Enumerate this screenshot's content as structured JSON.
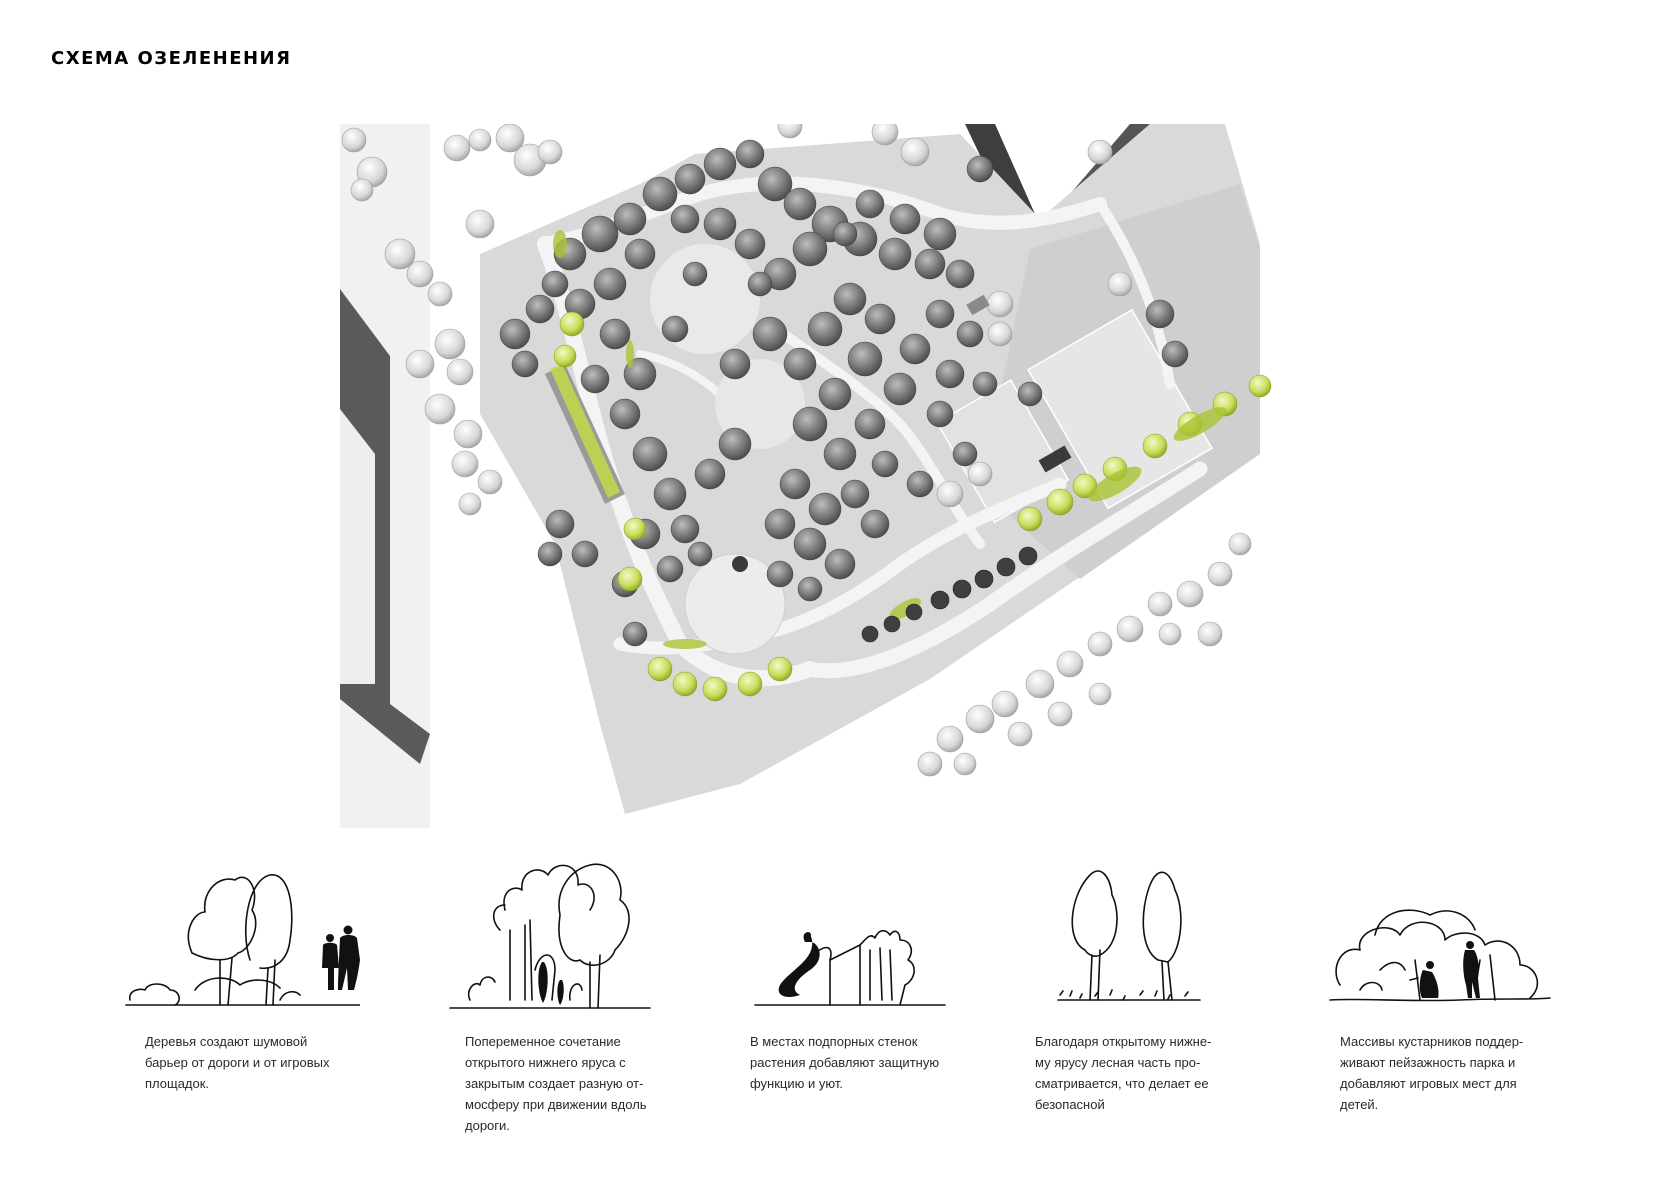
{
  "title": "СХЕМА ОЗЕЛЕНЕНИЯ",
  "legend_colors": {
    "deciduous_trees": "#7a7a7a",
    "light_trees": "#d9d9d9",
    "shrubs_accent": "#c9dd5a",
    "paths": "#f2f2f2",
    "buildings_shadow": "#4a4a4a",
    "ground": "#d6d6d6"
  },
  "captions": [
    {
      "text": "Деревья создают шумовой\nбарьер от дороги и от игровых\nплощадок."
    },
    {
      "text": "Попеременное сочетание\nоткрытого нижнего яруса с\nзакрытым создает разную от-\nмосферу при движении вдоль\nдороги."
    },
    {
      "text": "В местах подпорных стенок\nрастения добавляют защитную\nфункцию и уют."
    },
    {
      "text": "Благодаря открытому нижне-\nму ярусу лесная часть про-\nсматривается, что делает ее\nбезопасной"
    },
    {
      "text": "Массивы кустарников поддер-\nживают пейзажность парка и\nдобавляют игровых мест для\nдетей."
    }
  ]
}
